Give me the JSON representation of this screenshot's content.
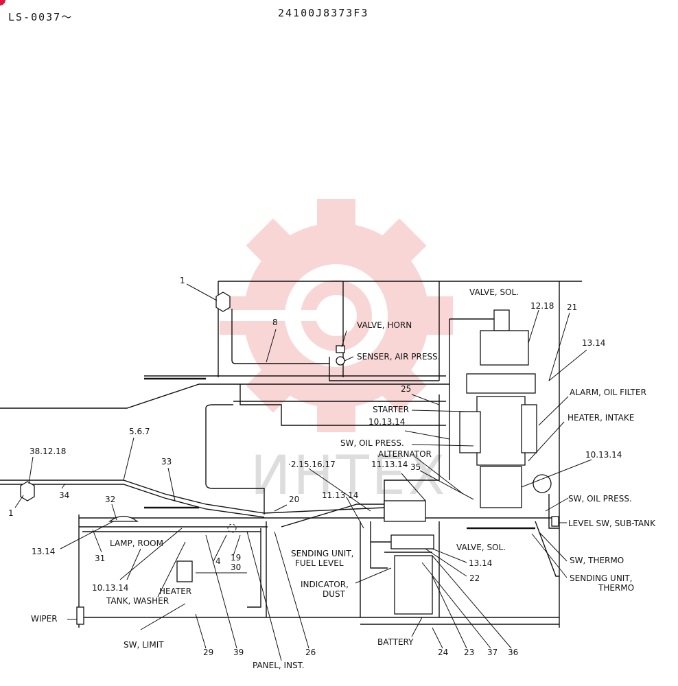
{
  "header": {
    "model_code": "LS-0037〜",
    "drawing_number": "24100J8373F3"
  },
  "watermark": {
    "text": "ИНТЕХ",
    "color": "#f5b5b5"
  },
  "labels": {
    "valve_sol_top": "VALVE, SOL.",
    "valve_horn": "VALVE, HORN",
    "senser_air_press": "SENSER, AIR PRESS.",
    "starter": "STARTER",
    "alarm_oil_filter": "ALARM, OIL FILTER",
    "heater_intake": "HEATER, INTAKE",
    "sw_oil_press_left": "SW, OIL PRESS.",
    "alternator": "ALTERNATOR",
    "sw_oil_press_right": "SW, OIL PRESS.",
    "level_sw_sub_tank": "LEVEL SW, SUB-TANK",
    "valve_sol_bottom": "VALVE, SOL.",
    "sw_thermo": "SW, THERMO",
    "sending_unit_thermo_1": "SENDING UNIT,",
    "sending_unit_thermo_2": "THERMO",
    "sending_unit_fuel_1": "SENDING UNIT,",
    "sending_unit_fuel_2": "FUEL LEVEL",
    "indicator_dust_1": "INDICATOR,",
    "indicator_dust_2": "DUST",
    "lamp_room": "LAMP, ROOM",
    "heater": "HEATER",
    "tank_washer": "TANK, WASHER",
    "wiper": "WIPER",
    "sw_limit": "SW, LIMIT",
    "panel_inst": "PANEL, INST.",
    "battery": "BATTERY"
  },
  "callouts": {
    "n1_top": "1",
    "n8": "8",
    "n12_18": "12.18",
    "n21": "21",
    "n13_14_a": "13.14",
    "n25": "25",
    "n10_13_14_a": "10.13.14",
    "n10_13_14_b": "10.13.14",
    "n35": "35",
    "n11_13_14_a": "11.13.14",
    "n2_15_16_17": "·2.15.16.17",
    "n11_13_14_b": "11.13.14",
    "n20": "20",
    "n5_6_7": "5.6.7",
    "n38_12_18": "38.12.18",
    "n33": "33",
    "n34": "34",
    "n1_left": "1",
    "n32": "32",
    "n13_14_left": "13.14",
    "n31": "31",
    "n10_13_14_c": "10.13.14",
    "n4": "4",
    "n19": "19",
    "n30": "30",
    "n13_14_b": "13.14",
    "n22": "22",
    "n29": "29",
    "n39": "39",
    "n26": "26",
    "n24": "24",
    "n23": "23",
    "n37": "37",
    "n36": "36"
  }
}
